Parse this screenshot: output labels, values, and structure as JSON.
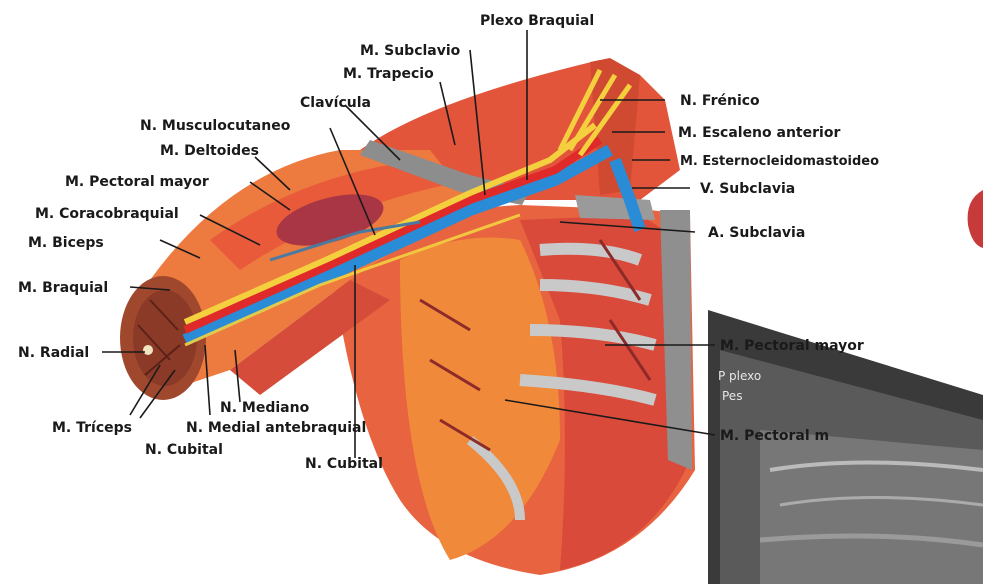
{
  "labels": {
    "plexo_braquial": "Plexo Braquial",
    "m_subclavio": "M. Subclavio",
    "m_trapecio": "M. Trapecio",
    "clavicula": "Clavícula",
    "n_musculocutaneo": "N. Musculocutaneo",
    "m_deltoides": "M. Deltoides",
    "m_pectoral_mayor_left": "M. Pectoral mayor",
    "m_coracobraquial": "M. Coracobraquial",
    "m_biceps": "M. Biceps",
    "m_braquial": "M. Braquial",
    "n_radial": "N. Radial",
    "m_triceps": "M. Tríceps",
    "n_mediano": "N. Mediano",
    "n_medial_antebraquial": "N. Medial antebraquial",
    "n_cubital_a": "N. Cubital",
    "n_cubital_b": "N. Cubital",
    "n_frenico": "N. Frénico",
    "m_escaleno_anterior": "M. Escaleno anterior",
    "m_esternocleidomastoideo": "M. Esternocleidomastoideo",
    "v_subclavia": "V. Subclavia",
    "a_subclavia": "A. Subclavia",
    "m_pectoral_mayor_right": "M. Pectoral mayor",
    "m_pectoral_menor_partial": "M. Pectoral m"
  },
  "ultrasound_inset": {
    "line1": "P plexo",
    "line2": "Pes"
  }
}
